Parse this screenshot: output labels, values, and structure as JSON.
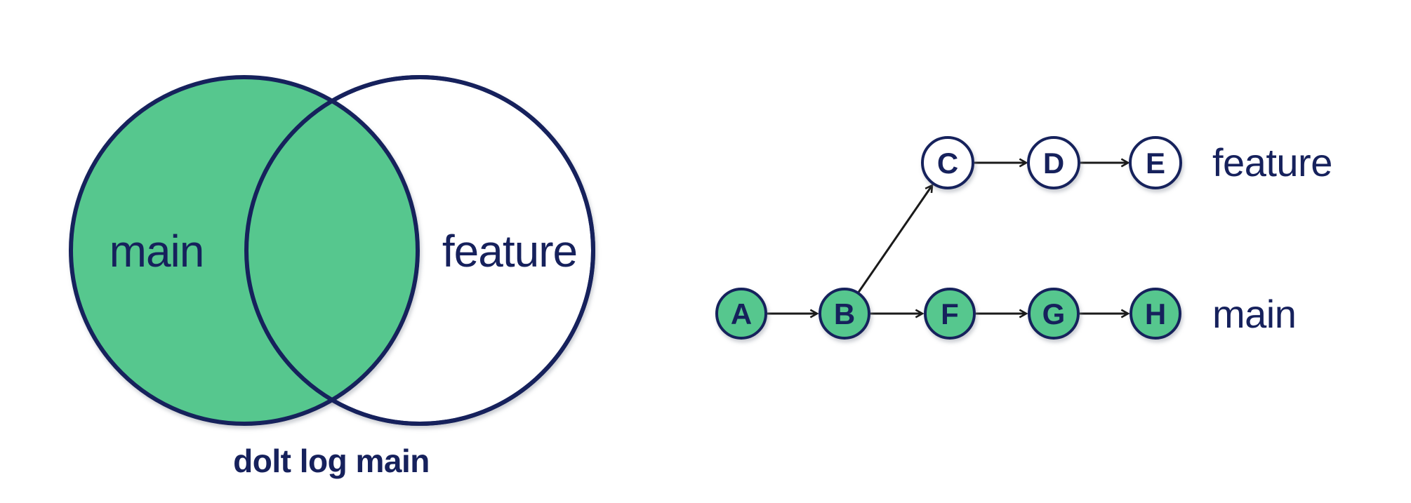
{
  "colors": {
    "green": "#57c78e",
    "navy": "#16215c",
    "arrow": "#1a1a1a",
    "background": "#ffffff"
  },
  "venn": {
    "left_circle_label": "main",
    "right_circle_label": "feature",
    "caption": "dolt log main"
  },
  "graph": {
    "nodes": [
      {
        "id": "A",
        "label": "A",
        "branch": "main",
        "filled": true
      },
      {
        "id": "B",
        "label": "B",
        "branch": "main",
        "filled": true
      },
      {
        "id": "F",
        "label": "F",
        "branch": "main",
        "filled": true
      },
      {
        "id": "G",
        "label": "G",
        "branch": "main",
        "filled": true
      },
      {
        "id": "H",
        "label": "H",
        "branch": "main",
        "filled": true
      },
      {
        "id": "C",
        "label": "C",
        "branch": "feature",
        "filled": false
      },
      {
        "id": "D",
        "label": "D",
        "branch": "feature",
        "filled": false
      },
      {
        "id": "E",
        "label": "E",
        "branch": "feature",
        "filled": false
      }
    ],
    "edges": [
      {
        "from": "A",
        "to": "B"
      },
      {
        "from": "B",
        "to": "C"
      },
      {
        "from": "B",
        "to": "F"
      },
      {
        "from": "C",
        "to": "D"
      },
      {
        "from": "D",
        "to": "E"
      },
      {
        "from": "F",
        "to": "G"
      },
      {
        "from": "G",
        "to": "H"
      }
    ],
    "branch_labels": {
      "feature": "feature",
      "main": "main"
    }
  }
}
